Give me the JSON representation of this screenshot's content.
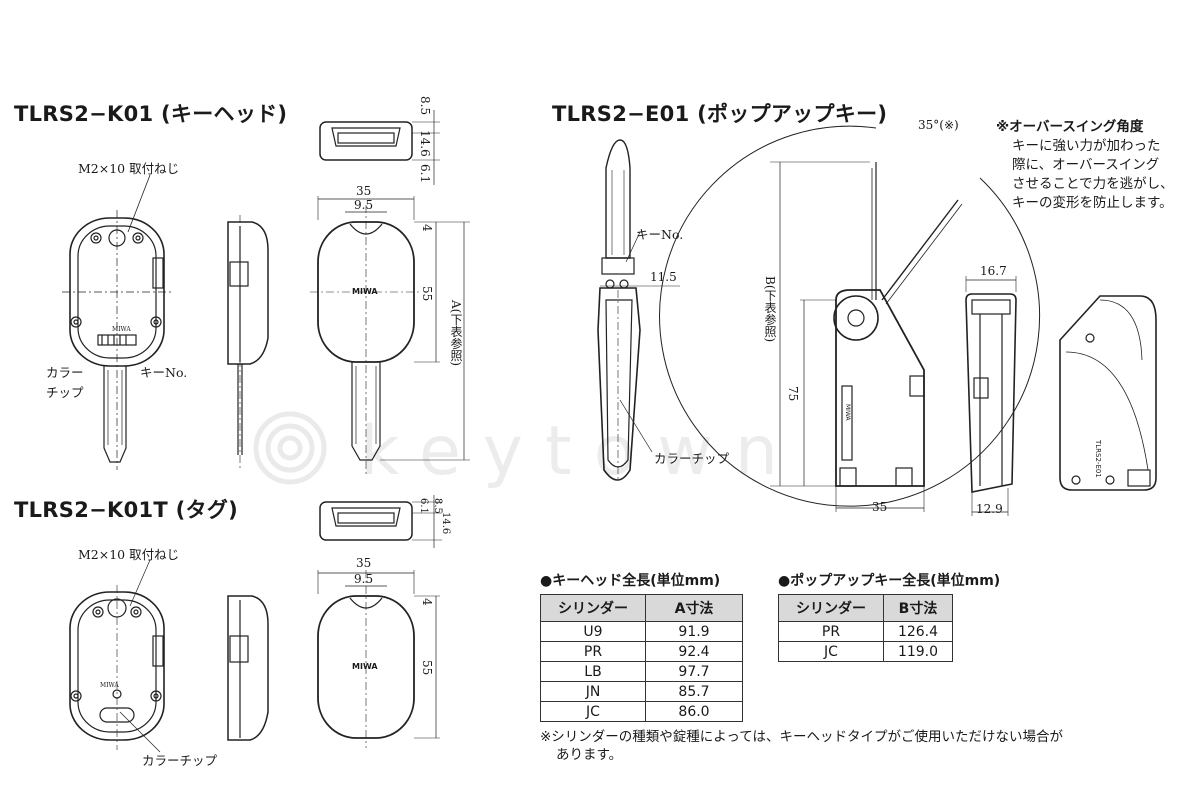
{
  "k01": {
    "title": "TLRS2−K01 (キーヘッド)",
    "screw_label": "M2×10 取付ねじ",
    "color_chip_label_1": "カラー",
    "color_chip_label_2": "チップ",
    "key_no_label": "キーNo.",
    "dims": {
      "top_a": "8.5",
      "top_b": "14.6",
      "top_c": "6.1",
      "width": "35",
      "inner_width": "9.5",
      "top_offset": "4",
      "height": "55",
      "a_ref": "A(下表参照)"
    }
  },
  "k01t": {
    "title": "TLRS2−K01T (タグ)",
    "screw_label": "M2×10 取付ねじ",
    "color_chip_label": "カラーチップ",
    "dims": {
      "top_a": "6.1",
      "top_b": "8.5",
      "top_c": "14.6",
      "width": "35",
      "inner_width": "9.5",
      "top_offset": "4",
      "height": "55"
    }
  },
  "e01": {
    "title": "TLRS2−E01 (ポップアップキー)",
    "key_no_label": "キーNo.",
    "color_chip_label": "カラーチップ",
    "dims": {
      "blade_width": "11.5",
      "angle": "35°(※)",
      "b_ref": "B(下表参照)",
      "length": "75",
      "width": "35",
      "side_width": "16.7",
      "side_bottom": "12.9"
    },
    "note": {
      "title": "※オーバースイング角度",
      "lines": [
        "キーに強い力が加わった",
        "際に、オーバースイング",
        "させることで力を逃がし、",
        "キーの変形を防止します。"
      ]
    },
    "side_label": "TLRS2-E01"
  },
  "brand_mark": "MIWA",
  "watermark": "keytown",
  "table_a": {
    "title": "●キーヘッド全長(単位mm)",
    "headers": [
      "シリンダー",
      "A寸法"
    ],
    "rows": [
      [
        "U9",
        "91.9"
      ],
      [
        "PR",
        "92.4"
      ],
      [
        "LB",
        "97.7"
      ],
      [
        "JN",
        "85.7"
      ],
      [
        "JC",
        "86.0"
      ]
    ]
  },
  "table_b": {
    "title": "●ポップアップキー全長(単位mm)",
    "headers": [
      "シリンダー",
      "B寸法"
    ],
    "rows": [
      [
        "PR",
        "126.4"
      ],
      [
        "JC",
        "119.0"
      ]
    ]
  },
  "footnote": {
    "line1": "※シリンダーの種類や錠種によっては、キーヘッドタイプがご使用いただけない場合が",
    "line2": "あります。"
  }
}
